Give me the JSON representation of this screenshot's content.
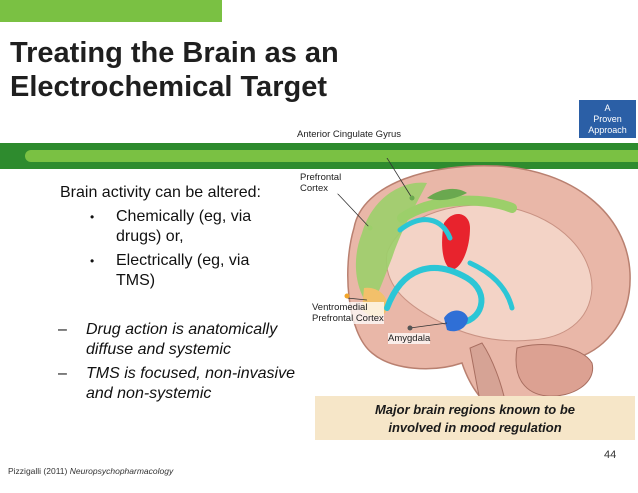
{
  "slide": {
    "title_line1": "Treating the Brain as an",
    "title_line2": "Electrochemical Target",
    "badge_lines": [
      "A",
      "Proven",
      "Approach"
    ],
    "intro": "Brain activity can be altered:",
    "bullets": [
      "Chemically (eg, via drugs) or,",
      "Electrically (eg, via TMS)"
    ],
    "dashes": [
      "Drug action is anatomically diffuse and systemic",
      "TMS is focused, non-invasive and non-systemic"
    ],
    "bullet_symbol": "•",
    "dash_symbol": "–",
    "caption_line1": "Major brain regions known to be",
    "caption_line2": "involved in mood regulation",
    "page_number": "44",
    "citation_author": "Pizzigalli (2011)",
    "citation_journal": "Neuropsychopharmacology"
  },
  "brain_labels": {
    "acg": "Anterior Cingulate Gyrus",
    "pfc_line1": "Prefrontal",
    "pfc_line2": "Cortex",
    "vmpfc_line1": "Ventromedial",
    "vmpfc_line2": "Prefrontal Cortex",
    "amygdala": "Amygdala"
  },
  "colors": {
    "top_bar": "#7ac143",
    "band_dark": "#2e8b2e",
    "band_light": "#7ac143",
    "badge": "#2b5fa6",
    "caption_bg": "#f6e6c8"
  }
}
